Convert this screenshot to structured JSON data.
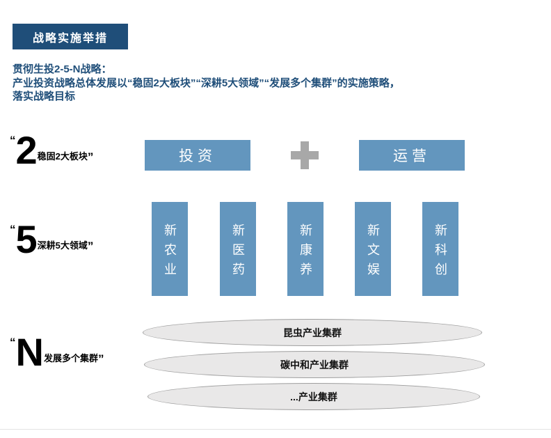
{
  "badge": {
    "title": "战略实施举措"
  },
  "intro": {
    "heading": "贯彻生投2-5-N战略：",
    "lines": [
      "产业投资战略总体发展以“稳固2大板块”“深耕5大领域”“发展多个集群”的实施策略，",
      "落实战略目标"
    ]
  },
  "quotes": {
    "open": "“",
    "close": "”"
  },
  "rows": [
    {
      "number": "2",
      "label": "稳固2大板块",
      "boxes": [
        "投资",
        "运营"
      ],
      "connector": "plus"
    },
    {
      "number": "5",
      "label": "深耕5大领域",
      "boxes": [
        "新农业",
        "新医药",
        "新康养",
        "新文娱",
        "新科创"
      ]
    },
    {
      "number": "N",
      "label": "发展多个集群",
      "ellipses": [
        "昆虫产业集群",
        "碳中和产业集群",
        "...产业集群"
      ]
    }
  ],
  "colors": {
    "badge_bg": "#1f4e79",
    "intro_text": "#1f4e79",
    "box_blue": "#6396be",
    "plus_gray": "#a8a8a8",
    "ellipse_fill": "#e9e8e8",
    "ellipse_border": "#9e9e9e"
  }
}
